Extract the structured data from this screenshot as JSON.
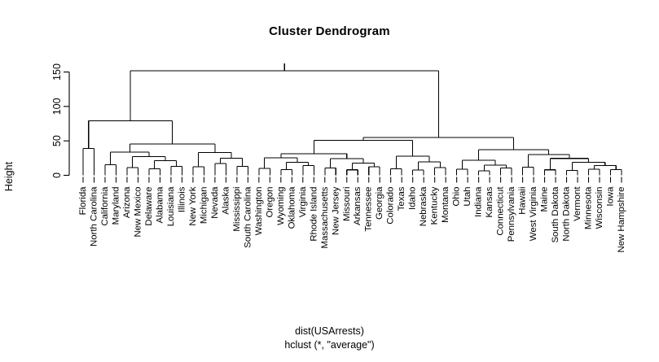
{
  "title": "Cluster Dendrogram",
  "axis": {
    "ylabel": "Height",
    "yticks": [
      "0",
      "50",
      "100",
      "150"
    ]
  },
  "caption": {
    "line1": "dist(USArrests)",
    "line2": "hclust (*, \"average\")"
  },
  "chart_data": {
    "type": "dendrogram",
    "title": "Cluster Dendrogram",
    "xlabel": "",
    "ylabel": "Height",
    "ylim": [
      0,
      160
    ],
    "yticks": [
      0,
      50,
      100,
      150
    ],
    "grid": false,
    "legend": null,
    "distance": "dist(USArrests)",
    "method": "hclust (*, \"average\")",
    "n_leaves": 50,
    "leaf_order": [
      "Florida",
      "North Carolina",
      "California",
      "Maryland",
      "Arizona",
      "New Mexico",
      "Delaware",
      "Alabama",
      "Louisiana",
      "Illinois",
      "New York",
      "Michigan",
      "Nevada",
      "Alaska",
      "Mississippi",
      "South Carolina",
      "Washington",
      "Oregon",
      "Wyoming",
      "Oklahoma",
      "Virginia",
      "Rhode Island",
      "Massachusetts",
      "New Jersey",
      "Missouri",
      "Arkansas",
      "Tennessee",
      "Georgia",
      "Colorado",
      "Texas",
      "Idaho",
      "Nebraska",
      "Kentucky",
      "Montana",
      "Ohio",
      "Utah",
      "Indiana",
      "Kansas",
      "Connecticut",
      "Pennsylvania",
      "Hawaii",
      "West Virginia",
      "Maine",
      "South Dakota",
      "North Dakota",
      "Vermont",
      "Minnesota",
      "Wisconsin",
      "Iowa",
      "New Hampshire"
    ],
    "merges": [
      {
        "id": "m1",
        "left": "Florida",
        "right": "North Carolina",
        "height": 39.0
      },
      {
        "id": "m2",
        "left": "California",
        "right": "Maryland",
        "height": 15.5
      },
      {
        "id": "m3",
        "left": "Arizona",
        "right": "New Mexico",
        "height": 11.0
      },
      {
        "id": "m4",
        "left": "Delaware",
        "right": "Alabama",
        "height": 9.5
      },
      {
        "id": "m5",
        "left": "Louisiana",
        "right": "Illinois",
        "height": 13.0
      },
      {
        "id": "m6",
        "left": "m4",
        "right": "m5",
        "height": 21.0
      },
      {
        "id": "m7",
        "left": "m3",
        "right": "m6",
        "height": 27.0
      },
      {
        "id": "m8",
        "left": "m2",
        "right": "m7",
        "height": 33.5
      },
      {
        "id": "m9",
        "left": "New York",
        "right": "Michigan",
        "height": 12.5
      },
      {
        "id": "m10",
        "left": "Nevada",
        "right": "Alaska",
        "height": 17.0
      },
      {
        "id": "m11",
        "left": "Mississippi",
        "right": "South Carolina",
        "height": 13.0
      },
      {
        "id": "m12",
        "left": "m10",
        "right": "m11",
        "height": 25.0
      },
      {
        "id": "m13",
        "left": "m9",
        "right": "m12",
        "height": 33.0
      },
      {
        "id": "m14",
        "left": "m8",
        "right": "m13",
        "height": 45.5
      },
      {
        "id": "m15",
        "left": "m1",
        "right": "m14",
        "height": 79.0
      },
      {
        "id": "m16",
        "left": "Washington",
        "right": "Oregon",
        "height": 10.0
      },
      {
        "id": "m17",
        "left": "Wyoming",
        "right": "Oklahoma",
        "height": 8.5
      },
      {
        "id": "m18",
        "left": "Virginia",
        "right": "Rhode Island",
        "height": 14.0
      },
      {
        "id": "m19",
        "left": "m17",
        "right": "m18",
        "height": 19.0
      },
      {
        "id": "m20",
        "left": "m16",
        "right": "m19",
        "height": 25.5
      },
      {
        "id": "m21",
        "left": "Massachusetts",
        "right": "New Jersey",
        "height": 10.5
      },
      {
        "id": "m22",
        "left": "Missouri",
        "right": "Arkansas",
        "height": 8.0
      },
      {
        "id": "m23",
        "left": "Tennessee",
        "right": "Georgia",
        "height": 12.5
      },
      {
        "id": "m24",
        "left": "m22",
        "right": "m23",
        "height": 17.5
      },
      {
        "id": "m25",
        "left": "m21",
        "right": "m24",
        "height": 24.0
      },
      {
        "id": "m26",
        "left": "m20",
        "right": "m25",
        "height": 31.5
      },
      {
        "id": "m27",
        "left": "Colorado",
        "right": "Texas",
        "height": 9.5
      },
      {
        "id": "m28",
        "left": "Idaho",
        "right": "Nebraska",
        "height": 7.5
      },
      {
        "id": "m29",
        "left": "Kentucky",
        "right": "Montana",
        "height": 11.0
      },
      {
        "id": "m30",
        "left": "m28",
        "right": "m29",
        "height": 19.5
      },
      {
        "id": "m31",
        "left": "m27",
        "right": "m30",
        "height": 27.5
      },
      {
        "id": "m32",
        "left": "m26",
        "right": "m31",
        "height": 51.0
      },
      {
        "id": "m33",
        "left": "Ohio",
        "right": "Utah",
        "height": 9.0
      },
      {
        "id": "m34",
        "left": "Indiana",
        "right": "Kansas",
        "height": 6.5
      },
      {
        "id": "m35",
        "left": "Connecticut",
        "right": "Pennsylvania",
        "height": 10.5
      },
      {
        "id": "m36",
        "left": "m34",
        "right": "m35",
        "height": 15.0
      },
      {
        "id": "m37",
        "left": "m33",
        "right": "m36",
        "height": 22.0
      },
      {
        "id": "m38",
        "left": "Hawaii",
        "right": "West Virginia",
        "height": 12.0
      },
      {
        "id": "m39",
        "left": "Maine",
        "right": "South Dakota",
        "height": 8.0
      },
      {
        "id": "m40",
        "left": "North Dakota",
        "right": "Vermont",
        "height": 7.0
      },
      {
        "id": "m41",
        "left": "Minnesota",
        "right": "Wisconsin",
        "height": 9.0
      },
      {
        "id": "m42",
        "left": "Iowa",
        "right": "New Hampshire",
        "height": 8.5
      },
      {
        "id": "m43",
        "left": "m41",
        "right": "m42",
        "height": 14.0
      },
      {
        "id": "m44",
        "left": "m40",
        "right": "m43",
        "height": 19.0
      },
      {
        "id": "m45",
        "left": "m39",
        "right": "m44",
        "height": 24.5
      },
      {
        "id": "m46",
        "left": "m38",
        "right": "m45",
        "height": 30.0
      },
      {
        "id": "m47",
        "left": "m37",
        "right": "m46",
        "height": 37.0
      },
      {
        "id": "m48",
        "left": "m32",
        "right": "m47",
        "height": 55.0
      },
      {
        "id": "m49",
        "left": "m15",
        "right": "m48",
        "height": 152.0
      }
    ]
  }
}
